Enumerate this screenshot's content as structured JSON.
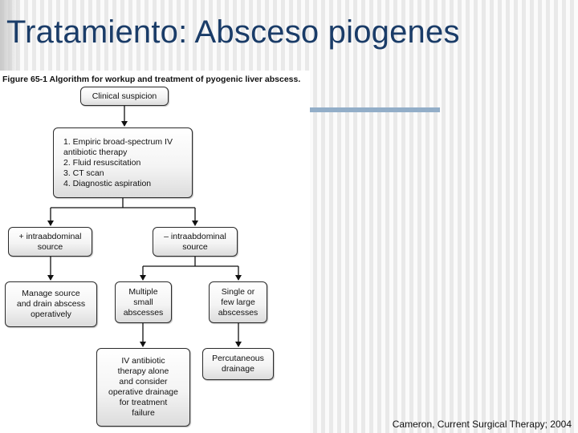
{
  "slide": {
    "title": "Tratamiento: Absceso piogenes",
    "citation": "Cameron, Current Surgical Therapy; 2004"
  },
  "figure": {
    "caption": "Figure 65-1 Algorithm for workup and treatment of pyogenic liver abscess.",
    "nodes": {
      "clinical_suspicion": "Clinical suspicion",
      "initial_steps": "1. Empiric broad-spectrum IV\n    antibiotic therapy\n2. Fluid resuscitation\n3. CT scan\n4. Diagnostic aspiration",
      "plus_source": "+ intraabdominal\nsource",
      "minus_source": "– intraabdominal\nsource",
      "manage_source": "Manage source\nand drain abscess\noperatively",
      "multiple_small": "Multiple\nsmall\nabscesses",
      "single_few_large": "Single or\nfew large\nabscesses",
      "iv_antibiotic": "IV antibiotic\ntherapy alone\nand consider\noperative drainage\nfor treatment\nfailure",
      "percutaneous": "Percutaneous\ndrainage"
    }
  },
  "colors": {
    "title": "#1a3c68",
    "accent_bar": "#93aec8",
    "node_border": "#2a2a2a"
  }
}
